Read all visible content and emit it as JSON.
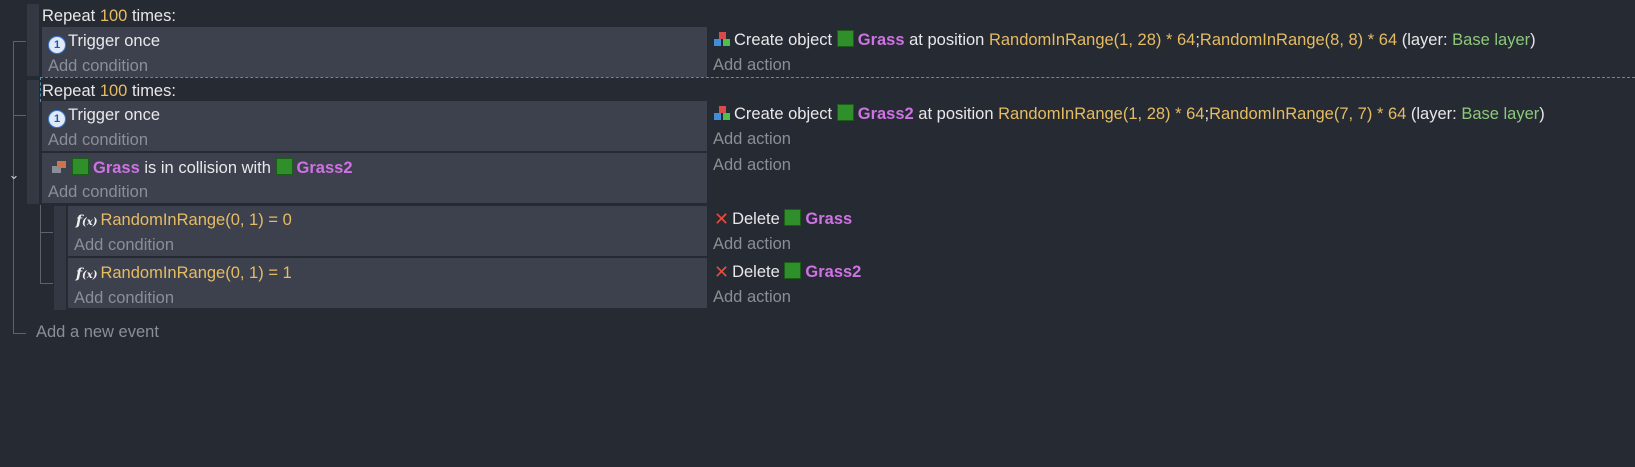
{
  "events": {
    "repeat1": {
      "prefix": "Repeat",
      "count": "100",
      "suffix": "times:",
      "condition": "Trigger once",
      "add_condition": "Add condition",
      "action": {
        "verb": "Create object",
        "object": "Grass",
        "at_position": "at position",
        "x_expr": "RandomInRange(1, 28) * 64",
        "sep": ";",
        "y_expr": "RandomInRange(8, 8) * 64",
        "layer_open": "(layer:",
        "layer": "Base layer",
        "layer_close": ")"
      },
      "add_action": "Add action"
    },
    "repeat2": {
      "prefix": "Repeat",
      "count": "100",
      "suffix": "times:",
      "condition": "Trigger once",
      "add_condition": "Add condition",
      "action": {
        "verb": "Create object",
        "object": "Grass2",
        "at_position": "at position",
        "x_expr": "RandomInRange(1, 28) * 64",
        "sep": ";",
        "y_expr": "RandomInRange(7, 7) * 64",
        "layer_open": "(layer:",
        "layer": "Base layer",
        "layer_close": ")"
      },
      "add_action": "Add action"
    },
    "collision": {
      "object_a": "Grass",
      "text": "is in collision with",
      "object_b": "Grass2",
      "add_condition": "Add condition",
      "add_action": "Add action"
    },
    "sub1": {
      "expr": "RandomInRange(0, 1)",
      "op": "=",
      "value": "0",
      "add_condition": "Add condition",
      "action_verb": "Delete",
      "action_object": "Grass",
      "add_action": "Add action"
    },
    "sub2": {
      "expr": "RandomInRange(0, 1)",
      "op": "=",
      "value": "1",
      "add_condition": "Add condition",
      "action_verb": "Delete",
      "action_object": "Grass2",
      "add_action": "Add action"
    }
  },
  "add_new_event": "Add a new event",
  "icons": {
    "trigger": "trigger-once-icon",
    "create": "create-object-icon",
    "collision": "collision-icon",
    "function": "function-fx-icon",
    "delete": "delete-x-icon",
    "collapse": "chevron-down-icon"
  },
  "colors": {
    "background": "#262a33",
    "row": "#3d414d",
    "number": "#e6bc63",
    "object": "#cf72e4",
    "layer": "#8cc97a",
    "object_swatch": "#2f8f2a",
    "delete": "#e84a3c"
  }
}
